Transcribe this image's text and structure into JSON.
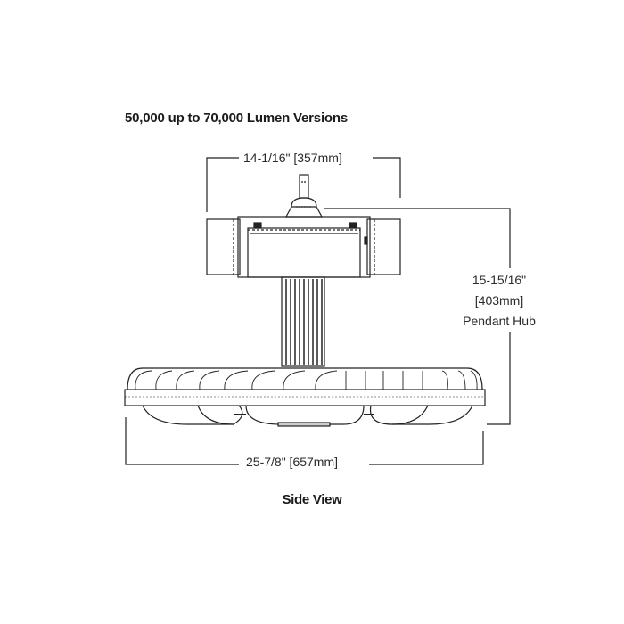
{
  "title": "50,000 up to 70,000 Lumen Versions",
  "caption": "Side View",
  "dimensions": {
    "top_width": "14-1/16\" [357mm]",
    "height_line1": "15-15/16\"",
    "height_line2": "[403mm]",
    "height_line3": "Pendant Hub",
    "bottom_width": "25-7/8\" [657mm]"
  },
  "colors": {
    "line": "#222222",
    "background": "#ffffff"
  }
}
